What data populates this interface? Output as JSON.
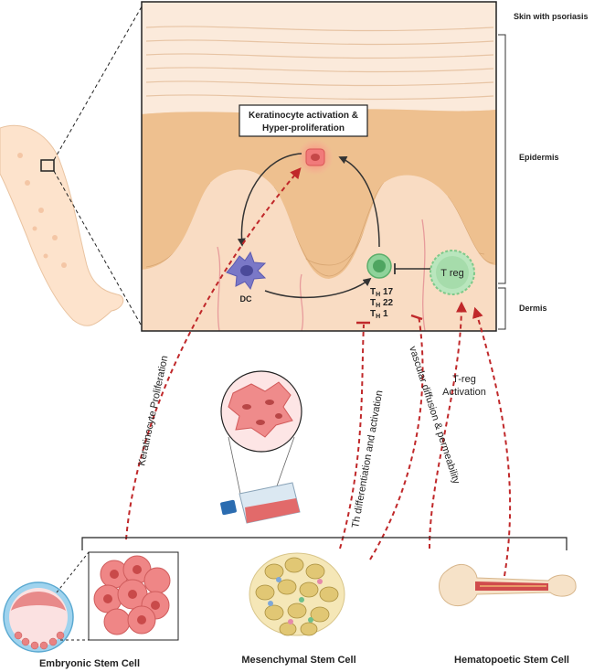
{
  "labels": {
    "skin_with_psoriasis": "Skin with psoriasis",
    "epidermis": "Epidermis",
    "dermis": "Dermis",
    "keratinocyte_line1": "Keratinocyte activation &",
    "keratinocyte_line2": "Hyper-proliferation",
    "dc": "DC",
    "th17_sub": "H",
    "th17": "T",
    "th17_num": " 17",
    "th22": "T",
    "th22_sub": "H",
    "th22_num": " 22",
    "th1": "T",
    "th1_sub": "H",
    "th1_num": " 1",
    "treg": "T reg",
    "keratinocyte_proliferation": "Keratinocyte Proliferation",
    "th_differentiation": "Th differentiation and activation",
    "vascular_diffusion": "vascular diffusion & permeability",
    "treg_activation_1": "T-reg",
    "treg_activation_2": "Activation",
    "embryonic": "Embryonic Stem Cell",
    "mesenchymal": "Mesenchymal Stem Cell",
    "hematopoetic": "Hematopoetic Stem Cell"
  },
  "colors": {
    "arrow_red": "#c0282a",
    "skin": "#f3c9a0",
    "epidermis": "#eec08f",
    "treg": "#8fd39a",
    "dc": "#7a78c7"
  }
}
